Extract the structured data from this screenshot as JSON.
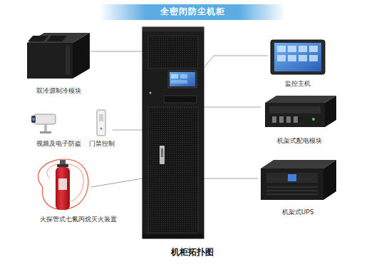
{
  "diagram": {
    "title": "全密闭防尘机柜",
    "caption": "机柜拓扑图",
    "labels": [
      "双冷源制冷模块",
      "视频及电子防盗",
      "门禁控制",
      "火探管式七氟丙烷灭火装置",
      "监控主机",
      "机架式配电模块",
      "机架式UPS"
    ]
  }
}
